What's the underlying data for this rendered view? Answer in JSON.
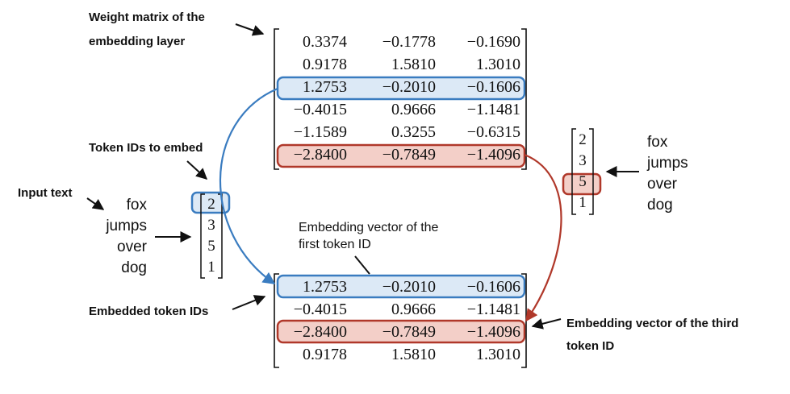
{
  "labels": {
    "weight_matrix_1": "Weight matrix of the",
    "weight_matrix_2": "embedding layer",
    "token_ids": "Token IDs to embed",
    "input_text": "Input text",
    "embedded_ids": "Embedded token IDs",
    "first_vec_1": "Embedding vector of the",
    "first_vec_2": "first token ID",
    "third_vec_1": "Embedding vector of the third",
    "third_vec_2": "token ID"
  },
  "weight_matrix": [
    [
      "0.3374",
      "−0.1778",
      "−0.1690"
    ],
    [
      "0.9178",
      "1.5810",
      "1.3010"
    ],
    [
      "1.2753",
      "−0.2010",
      "−0.1606"
    ],
    [
      "−0.4015",
      "0.9666",
      "−1.1481"
    ],
    [
      "−1.1589",
      "0.3255",
      "−0.6315"
    ],
    [
      "−2.8400",
      "−0.7849",
      "−1.4096"
    ]
  ],
  "embedded_matrix": [
    [
      "1.2753",
      "−0.2010",
      "−0.1606"
    ],
    [
      "−0.4015",
      "0.9666",
      "−1.1481"
    ],
    [
      "−2.8400",
      "−0.7849",
      "−1.4096"
    ],
    [
      "0.9178",
      "1.5810",
      "1.3010"
    ]
  ],
  "input_words": [
    "fox",
    "jumps",
    "over",
    "dog"
  ],
  "token_ids": [
    "2",
    "3",
    "5",
    "1"
  ],
  "colors": {
    "blue_fill": "#dce9f6",
    "blue_stroke": "#3a7cc0",
    "red_fill": "#f3cfc8",
    "red_stroke": "#b0382a",
    "text": "#111111"
  }
}
